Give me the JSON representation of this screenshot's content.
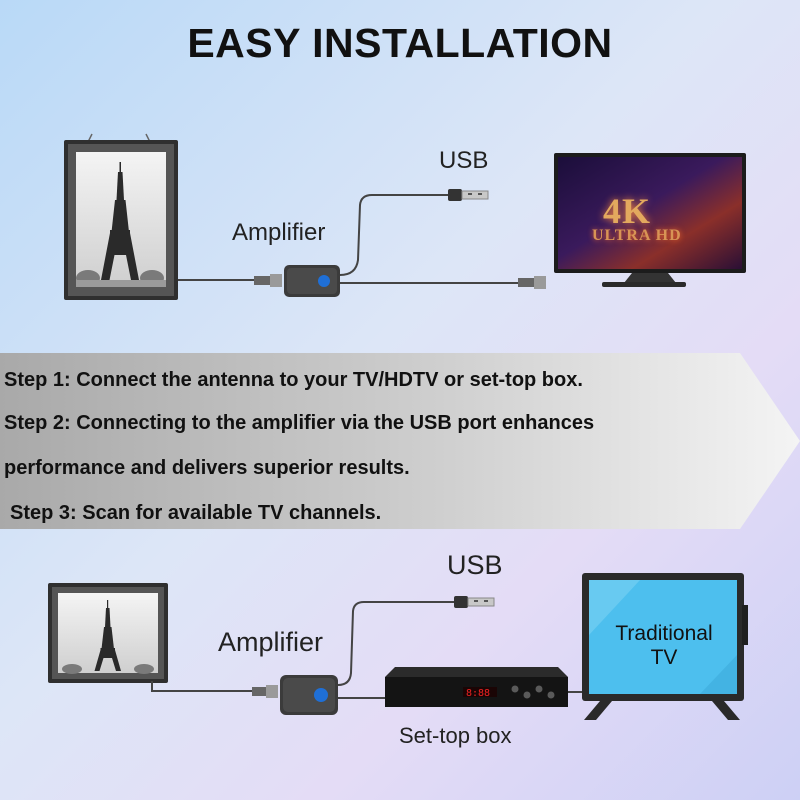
{
  "title": "EASY INSTALLATION",
  "top_diagram": {
    "usb_label": "USB",
    "amplifier_label": "Amplifier",
    "tv_brand_line1": "4K",
    "tv_brand_line2": "ULTRA HD"
  },
  "steps": {
    "step1": "Step 1: Connect the antenna to your TV/HDTV or set-top box.",
    "step2_line1": "Step 2: Connecting to the amplifier via the USB port enhances",
    "step2_line2": "performance and delivers superior results.",
    "step3": "Step 3: Scan for available TV channels."
  },
  "bottom_diagram": {
    "usb_label": "USB",
    "amplifier_label": "Amplifier",
    "settop_label": "Set-top box",
    "tv_text": "Traditional TV"
  },
  "colors": {
    "banner_gray": "#bdbdbd",
    "amplifier_button": "#1f6fd6",
    "traditional_tv_screen": "#4dbfee"
  },
  "icons": [
    "antenna-frame-icon",
    "eiffel-tower-icon",
    "usb-plug-icon",
    "amplifier-icon",
    "coax-connector-icon",
    "tv-icon",
    "set-top-box-icon"
  ]
}
